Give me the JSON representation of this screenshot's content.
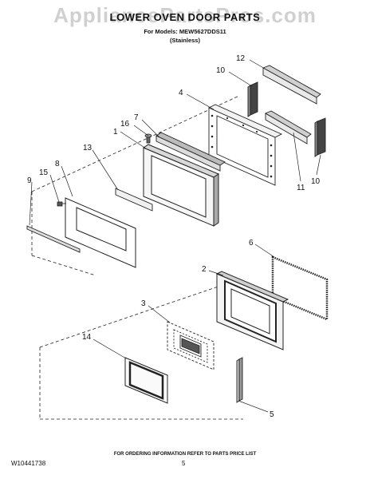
{
  "header": {
    "watermark": "AppliancePartsPros.com",
    "title": "LOWER OVEN DOOR PARTS",
    "models": "For Models: MEW5627DDS11",
    "variant": "(Stainless)"
  },
  "callouts": [
    "12",
    "10",
    "4",
    "7",
    "16",
    "1",
    "13",
    "8",
    "15",
    "9",
    "11",
    "10",
    "6",
    "2",
    "3",
    "14",
    "5"
  ],
  "footer": {
    "note": "FOR ORDERING INFORMATION REFER TO PARTS PRICE LIST",
    "doc_number": "W10441738",
    "page_number": "5"
  }
}
